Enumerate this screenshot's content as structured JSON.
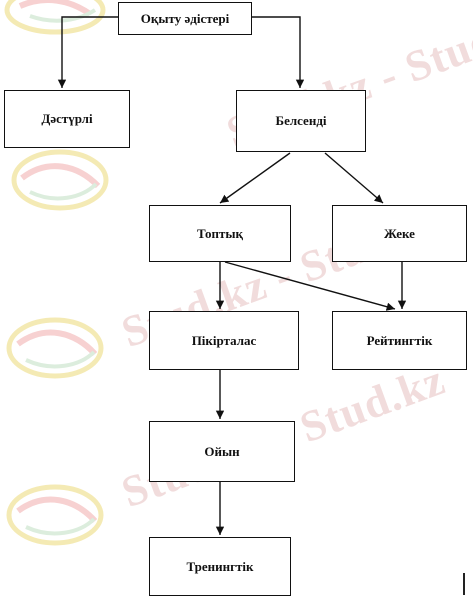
{
  "diagram": {
    "root": "Оқыту әдістері",
    "traditional": "Дәстүрлі",
    "active": "Белсенді",
    "group": "Топтық",
    "individual": "Жеке",
    "discussion": "Пікірталас",
    "rating": "Рейтингтік",
    "game": "Ойын",
    "training": "Тренингтік"
  },
  "watermark": {
    "text": "Stud.kz - Stud.kz",
    "color": "#f1dcdc",
    "logo_colors": [
      "#f3e7a8",
      "#d6ead8",
      "#f6c9c9"
    ]
  },
  "edges": [
    [
      "root",
      "traditional"
    ],
    [
      "root",
      "active"
    ],
    [
      "active",
      "group"
    ],
    [
      "active",
      "individual"
    ],
    [
      "group",
      "discussion"
    ],
    [
      "group",
      "rating"
    ],
    [
      "individual",
      "rating"
    ],
    [
      "discussion",
      "game"
    ],
    [
      "game",
      "training"
    ]
  ]
}
